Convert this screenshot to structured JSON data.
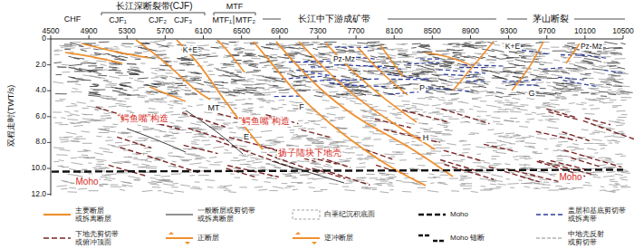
{
  "diagram": {
    "labels": [
      "长江深断裂带(CJF)",
      "CHF",
      "CJF₁",
      "CJF₂",
      "CJF₃",
      "MTF",
      "MTF₁",
      "MTF₂",
      "长江中下游成矿带",
      "茅山断裂",
      "4500",
      "4900",
      "5300",
      "5700",
      "6100",
      "6500",
      "6900",
      "7300",
      "7700",
      "8100",
      "8500",
      "8900",
      "9300",
      "9700",
      "10100",
      "10500",
      "0",
      "2.0",
      "4.0",
      "6.0",
      "8.0",
      "10.0",
      "12.0",
      "双程走时(TWT/s)",
      "K+E",
      "K+E",
      "Pz-Mz",
      "Pz-Mz",
      "P",
      "G",
      "F",
      "H",
      "E",
      "MT",
      "“鳄鱼嘴”构造",
      "“鳄鱼嘴”构造",
      "扬子陆块下地壳",
      "Moho",
      "Moho"
    ],
    "legend": [
      {
        "text": "主要断层 或拆离断层"
      },
      {
        "text": "一般断层或剪切带 或拆离断层"
      },
      {
        "text": "白垩纪沉积底面"
      },
      {
        "text": "Moho"
      },
      {
        "text": "盖层和基底剪切带 或拆离带"
      },
      {
        "text": "下地壳剪切带 或俯冲顶面"
      },
      {
        "text": "正断层"
      },
      {
        "text": "逆冲断层"
      },
      {
        "text": "Moho 错断"
      },
      {
        "text": "中地壳反射 或剪切带"
      }
    ]
  }
}
